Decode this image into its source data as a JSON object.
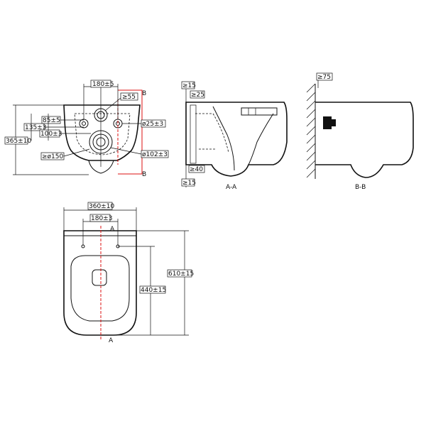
{
  "front_view": {
    "dim_top_width": "180±5",
    "dim_outlet_dia": "≥55",
    "dim_85": "85±5",
    "dim_135": "135±3",
    "dim_100": "100±3",
    "dim_365": "365±10",
    "dim_150": "≥ø150",
    "dim_25": "ø25±3",
    "dim_102": "ø102±3",
    "section_b_top": "B",
    "section_b_bottom": "B"
  },
  "section_aa": {
    "title": "A-A",
    "dim_15_top": "≥15",
    "dim_25": "≥25",
    "dim_40": "≥40",
    "dim_15_bottom": "≥15"
  },
  "section_bb": {
    "title": "B-B",
    "dim_75": "≥75"
  },
  "plan_view": {
    "dim_width": "360±10",
    "dim_hole_spacing": "180±3",
    "dim_length": "610±15",
    "dim_440": "440±15",
    "section_a_top": "A",
    "section_a_bottom": "A"
  },
  "colors": {
    "line": "#111111",
    "section_line": "#dd1111"
  }
}
